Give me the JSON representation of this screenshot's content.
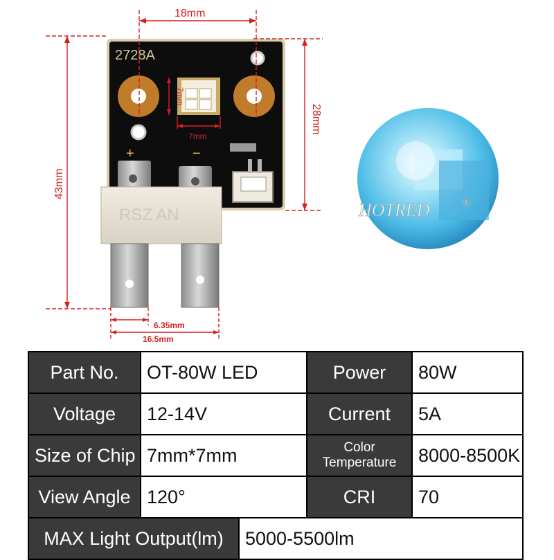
{
  "dimensions": {
    "board_width": "18mm",
    "board_height": "28mm",
    "overall_height": "43mm",
    "chip_width": "7mm",
    "chip_height": "7mm",
    "terminal_width": "6.35mm",
    "terminal_span": "16.5mm"
  },
  "board": {
    "model_marking": "2728A",
    "plus_marking": "+",
    "minus_marking": "−",
    "connector_marking": "RSZ AN"
  },
  "watermark": {
    "brand": "HOTRED",
    "registered": "®"
  },
  "colors": {
    "dimension_red": "#d42020",
    "board_black": "#0d0d0d",
    "glow_blue": "#5cc8ec",
    "label_cell": "#3a3a3a"
  },
  "specs": {
    "part_no_label": "Part No.",
    "part_no_value": "OT-80W LED",
    "power_label": "Power",
    "power_value": "80W",
    "voltage_label": "Voltage",
    "voltage_value": "12-14V",
    "current_label": "Current",
    "current_value": "5A",
    "chip_size_label": "Size of Chip",
    "chip_size_value": "7mm*7mm",
    "color_temp_label_line1": "Color",
    "color_temp_label_line2": "Temperature",
    "color_temp_value": "8000-8500K",
    "view_angle_label": "View Angle",
    "view_angle_value": "120°",
    "cri_label": "CRI",
    "cri_value": "70",
    "max_output_label": "MAX Light Output(lm)",
    "max_output_value": "5000-5500lm"
  }
}
